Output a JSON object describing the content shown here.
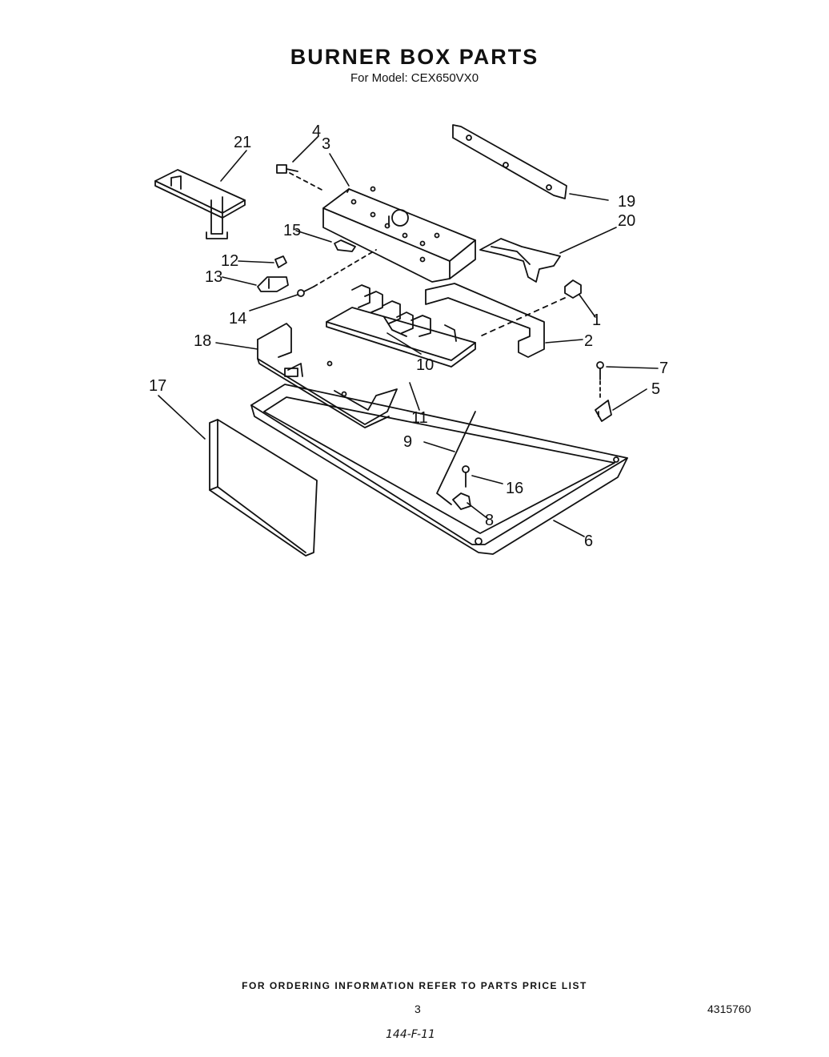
{
  "title": "BURNER BOX PARTS",
  "subtitle": "For Model: CEX650VX0",
  "callouts": {
    "c1": "1",
    "c2": "2",
    "c3": "3",
    "c4": "4",
    "c5": "5",
    "c6": "6",
    "c7": "7",
    "c8": "8",
    "c9": "9",
    "c10": "10",
    "c11": "11",
    "c12": "12",
    "c13": "13",
    "c14": "14",
    "c15": "15",
    "c16": "16",
    "c17": "17",
    "c18": "18",
    "c19": "19",
    "c20": "20",
    "c21": "21"
  },
  "footer": "FOR ORDERING INFORMATION REFER TO PARTS PRICE LIST",
  "page_number": "3",
  "document_number": "4315760",
  "handwritten_note": "144-F-11"
}
